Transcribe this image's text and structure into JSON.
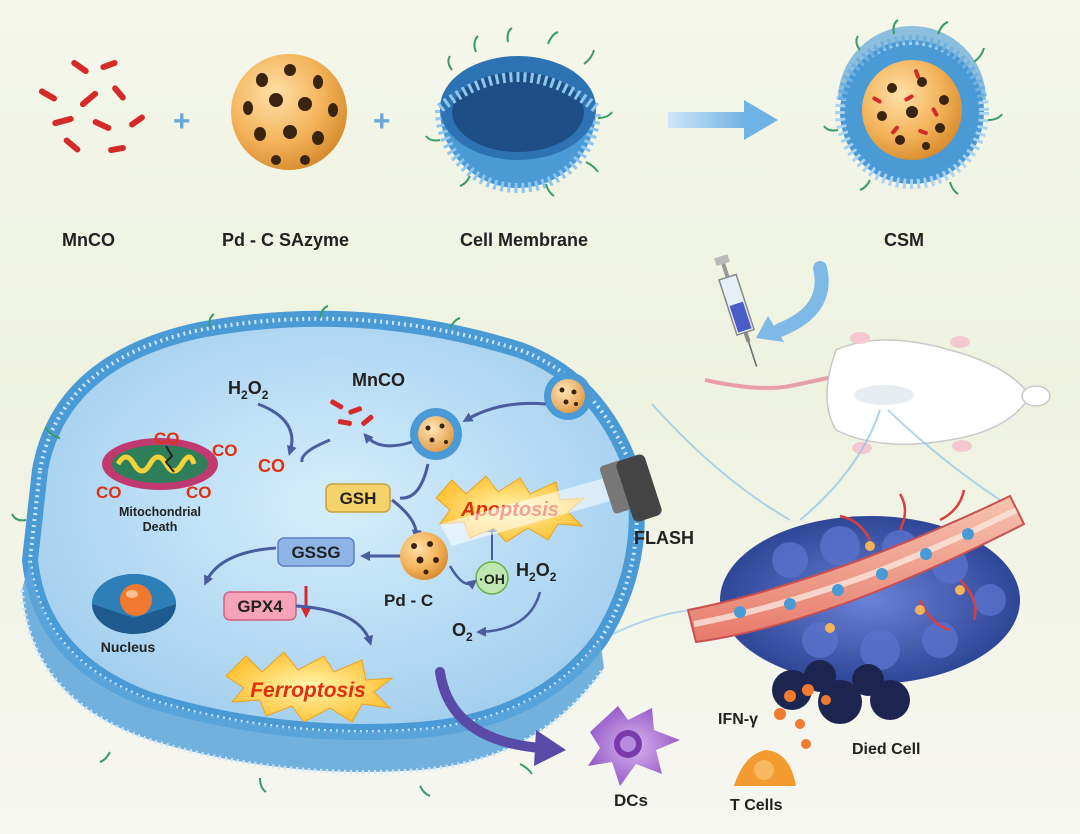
{
  "top_row": {
    "mnco_label": "MnCO",
    "pdc_label": "Pd - C SAzyme",
    "membrane_label": "Cell Membrane",
    "csm_label": "CSM",
    "plus_symbol": "+"
  },
  "cell": {
    "h2o2_main": "H",
    "h2o2_sub1": "2",
    "h2o2_mid": "O",
    "h2o2_sub2": "2",
    "mnco_label": "MnCO",
    "co_label": "CO",
    "mito_line1": "Mitochondrial",
    "mito_line2": "Death",
    "gsh_label": "GSH",
    "gssg_label": "GSSG",
    "gpx4_label": "GPX4",
    "apoptosis_label": "Apoptosis",
    "ferroptosis_label": "Ferroptosis",
    "pdc_label": "Pd - C",
    "oh_label": "·OH",
    "o2_main": "O",
    "o2_sub": "2",
    "nucleus_label": "Nucleus",
    "flash_label": "FLASH"
  },
  "right": {
    "ifn_label": "IFN-γ",
    "died_label": "Died Cell",
    "dcs_label": "DCs",
    "tcells_label": "T Cells"
  },
  "colors": {
    "membrane_blue": "#4a9ad6",
    "membrane_light": "#a9d3f0",
    "cytoplasm": "#bfe2f6",
    "mnco_red": "#d42a2a",
    "pdc_orange": "#f3b35a",
    "co_red": "#e03010",
    "gsh_fill": "#f6d36a",
    "gssg_fill": "#8fb4e6",
    "gpx4_fill": "#f5a3b8",
    "burst_yellow": "#ffd54a",
    "arrow_blue": "#5a6fb0",
    "dc_purple": "#9a5cc8",
    "vessel_red": "#e05a5a",
    "tumor_blue": "#3a4fa8"
  },
  "icons": [
    "syringe-icon",
    "mouse-icon",
    "flash-lamp-icon",
    "nucleus-icon",
    "mitochondria-icon",
    "dendritic-cell-icon",
    "t-cell-icon",
    "blood-vessel-icon",
    "tumor-icon"
  ]
}
